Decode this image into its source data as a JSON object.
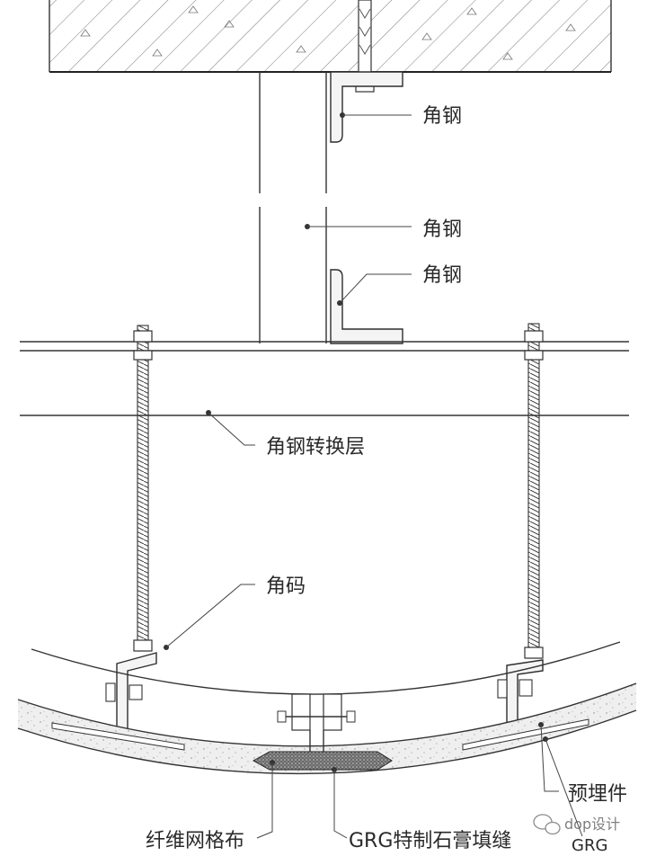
{
  "labels": {
    "angle_steel_top": "角钢",
    "angle_steel_mid": "角钢",
    "angle_steel_low": "角钢",
    "transfer_layer": "角钢转换层",
    "angle_bracket": "角码",
    "embedded_part": "预埋件",
    "fiber_mesh": "纤维网格布",
    "grg_filler": "GRG特制石膏填缝",
    "grg": "GRG"
  },
  "watermark": "dop设计",
  "colors": {
    "line": "#333333",
    "hatch": "#888888",
    "concrete_fill": "#efefef",
    "filler": "#555555"
  }
}
